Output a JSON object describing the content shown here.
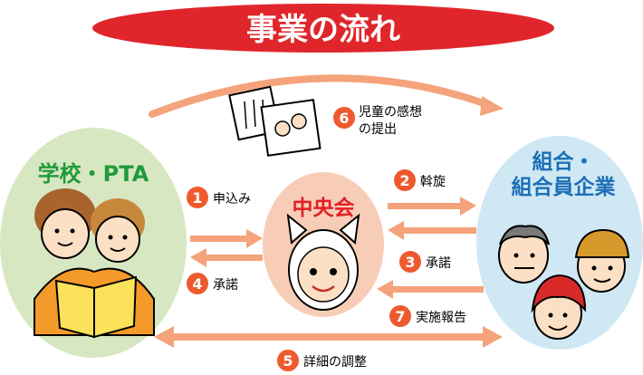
{
  "title": "事業の流れ",
  "left_group": {
    "label": "学校・PTA"
  },
  "right_group": {
    "line1": "組合・",
    "line2": "組合員企業"
  },
  "center": {
    "label": "中央会"
  },
  "steps": [
    {
      "num": "1",
      "label": "申込み"
    },
    {
      "num": "2",
      "label": "斡旋"
    },
    {
      "num": "3",
      "label": "承諾"
    },
    {
      "num": "4",
      "label": "承諾"
    },
    {
      "num": "5",
      "label": "詳細の調整"
    },
    {
      "num": "6",
      "line1": "児童の感想",
      "line2": "の提出"
    },
    {
      "num": "7",
      "label": "実施報告"
    }
  ],
  "colors": {
    "banner_red": "#e0262b",
    "arrow_orange": "#f4a37b",
    "step_badge": "#ee5a2e",
    "left_fill": "#d7e7c2",
    "left_text": "#1f9b3a",
    "right_fill": "#cfe8f4",
    "right_text": "#1c6fb6",
    "center_fill": "#f8cdb7",
    "center_text": "#e21f26"
  }
}
